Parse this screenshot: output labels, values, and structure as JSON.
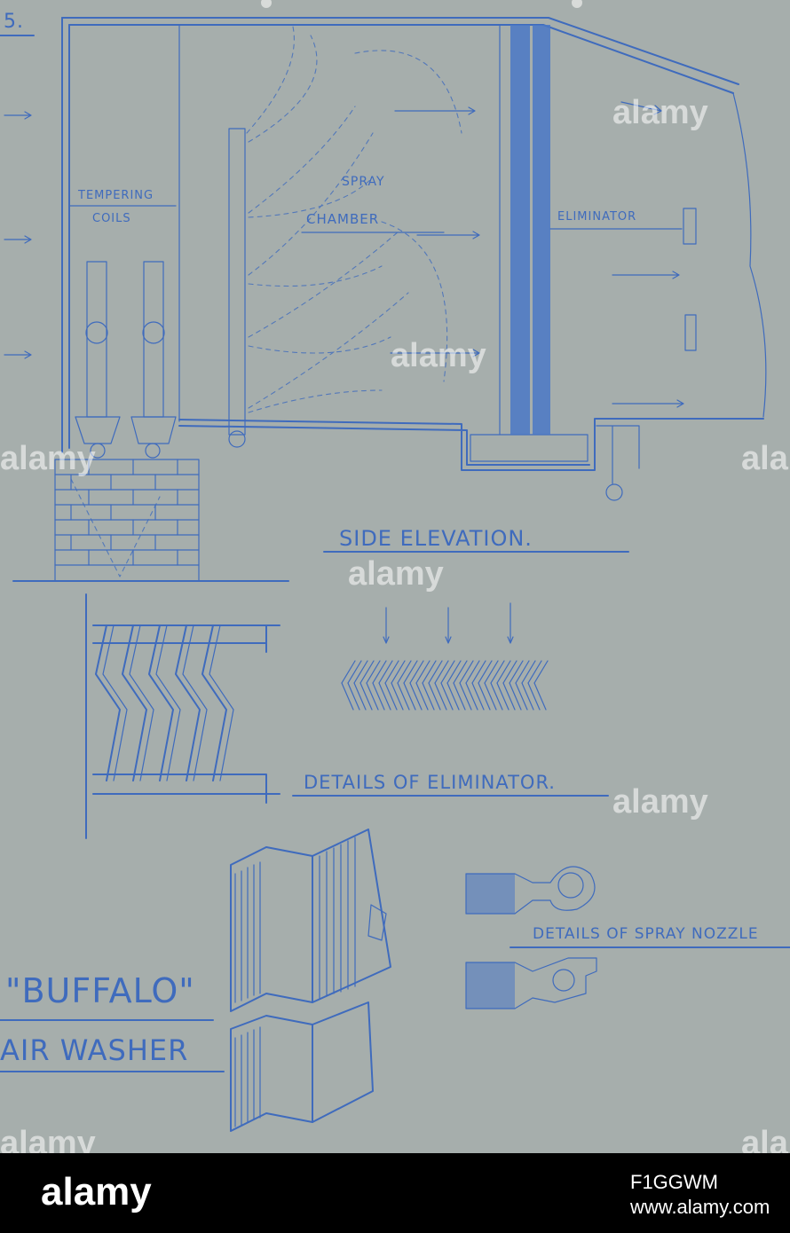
{
  "colors": {
    "paper": "#a6aeac",
    "ink": "#3f6bbd",
    "footer": "#000000"
  },
  "drawing": {
    "figure_number": "5.",
    "labels": {
      "tempering_line1": "TEMPERING",
      "tempering_line2": "COILS",
      "spray_line1": "SPRAY",
      "spray_line2": "CHAMBER",
      "eliminator": "ELIMINATOR",
      "side_elevation": "SIDE ELEVATION.",
      "details_eliminator": "DETAILS OF ELIMINATOR.",
      "details_spray_nozzle": "DETAILS OF SPRAY NOZZLE",
      "title_line1": "\"BUFFALO\"",
      "title_line2": "AIR WASHER"
    }
  },
  "watermark": {
    "text": "alamy"
  },
  "footer": {
    "logo": "alamy",
    "image_id": "F1GGWM",
    "site": "www.alamy.com"
  }
}
